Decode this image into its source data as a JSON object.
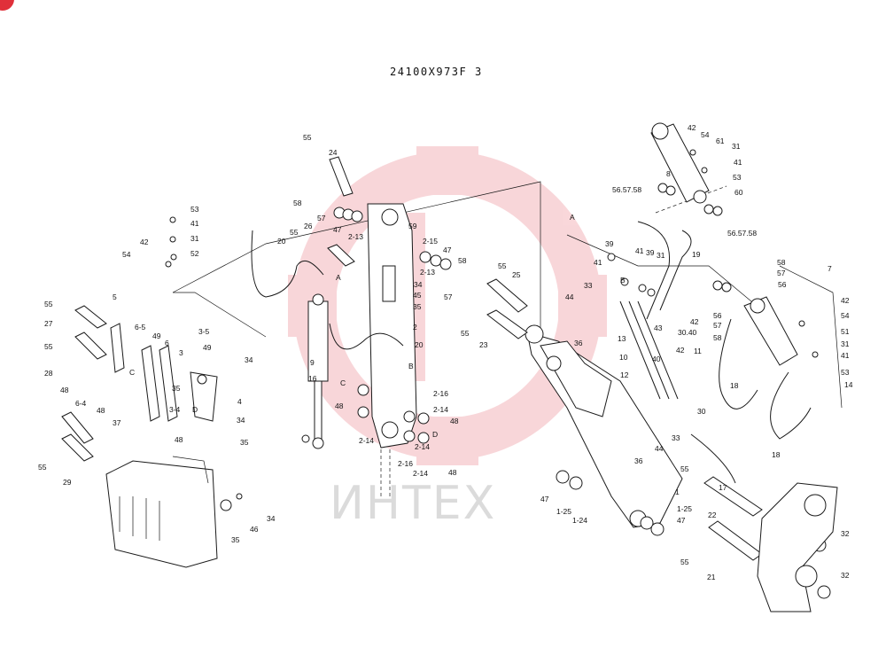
{
  "title": "24100X973F 3",
  "watermark": {
    "text": "ИНТЕХ",
    "color": "#e8707a"
  },
  "labels": [
    "55",
    "24",
    "58",
    "57",
    "47",
    "2-13",
    "26",
    "55",
    "20",
    "A",
    "59",
    "2-15",
    "47",
    "2-13",
    "58",
    "57",
    "34",
    "45",
    "35",
    "2",
    "20",
    "B",
    "9",
    "16",
    "C",
    "48",
    "2-14",
    "2-16",
    "2-14",
    "48",
    "D",
    "2-14",
    "2-16",
    "2-14",
    "48",
    "53",
    "41",
    "31",
    "42",
    "52",
    "54",
    "55",
    "27",
    "55",
    "28",
    "5",
    "6-5",
    "49",
    "3-5",
    "6",
    "3",
    "49",
    "34",
    "35",
    "C",
    "48",
    "6-4",
    "48",
    "3-4",
    "4",
    "34",
    "37",
    "D",
    "48",
    "35",
    "55",
    "29",
    "35",
    "46",
    "34",
    "55",
    "25",
    "55",
    "23",
    "44",
    "36",
    "33",
    "41",
    "39",
    "41",
    "39",
    "31",
    "19",
    "A",
    "B",
    "42",
    "54",
    "61",
    "31",
    "8",
    "41",
    "53",
    "56.57.58",
    "60",
    "56.57.58",
    "13",
    "43",
    "30.40",
    "10",
    "12",
    "42",
    "11",
    "40",
    "30",
    "36",
    "44",
    "33",
    "17",
    "42",
    "58",
    "57",
    "56",
    "7",
    "56",
    "57",
    "58",
    "42",
    "54",
    "51",
    "31",
    "41",
    "53",
    "14",
    "18",
    "18",
    "47",
    "1-25",
    "1-24",
    "1",
    "1-25",
    "47",
    "55",
    "22",
    "55",
    "21",
    "32",
    "32"
  ]
}
